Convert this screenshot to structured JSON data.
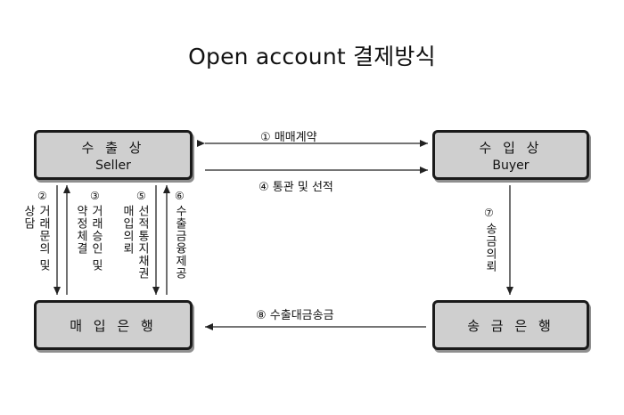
{
  "title": "Open account 결제방식",
  "nodes": {
    "exporter": {
      "name": "수 출 상",
      "sub": "Seller"
    },
    "importer": {
      "name": "수 입 상",
      "sub": "Buyer"
    },
    "buying_bank": {
      "name": "매 입 은 행"
    },
    "remitting_bank": {
      "name": "송 금 은 행"
    }
  },
  "steps": {
    "s1": {
      "num": "①",
      "label": "매매계약"
    },
    "s2": {
      "num": "②",
      "label": "거래문의 및",
      "label2": "상담"
    },
    "s3": {
      "num": "③",
      "label": "거래승인 및",
      "label2": "약정체결"
    },
    "s4": {
      "num": "④",
      "label": "통관 및 선적"
    },
    "s5": {
      "num": "⑤",
      "label": "선적통지채권",
      "label2": "매입의뢰"
    },
    "s6": {
      "num": "⑥",
      "label": "수출금융제공"
    },
    "s7": {
      "num": "⑦",
      "label": "송금의뢰"
    },
    "s8": {
      "num": "⑧",
      "label": "수출대금송금"
    }
  }
}
